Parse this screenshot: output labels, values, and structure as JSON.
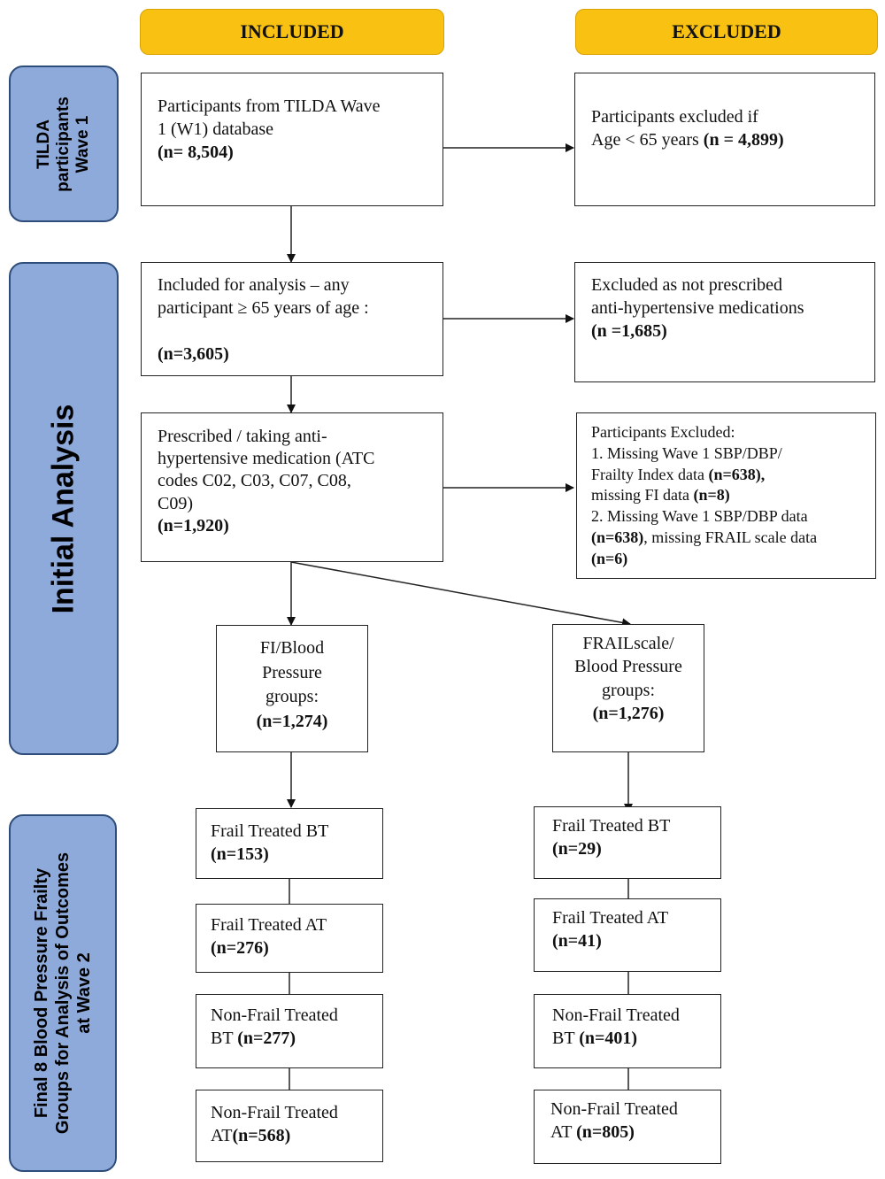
{
  "headers": {
    "included": "INCLUDED",
    "excluded": "EXCLUDED"
  },
  "side_labels": {
    "tilda": [
      "TILDA",
      "participants",
      "Wave 1"
    ],
    "initial": "Initial Analysis",
    "final": [
      "Final 8 Blood Pressure Frailty",
      "Groups for Analysis of Outcomes",
      "at Wave 2"
    ]
  },
  "boxes": {
    "participants": {
      "l1": "Participants from TILDA Wave",
      "l2": "1 (W1) database",
      "n": "(n= 8,504)"
    },
    "excluded_age": {
      "l1": "Participants excluded if",
      "l2": "Age < 65 years ",
      "n": "(n = 4,899)"
    },
    "included": {
      "l1": "Included for analysis – any",
      "l2": "participant ≥ 65 years of age :",
      "n": "(n=3,605)"
    },
    "excluded_meds": {
      "l1": "Excluded as not prescribed",
      "l2": "anti-hypertensive medications",
      "n": "(n =1,685)"
    },
    "prescribed": {
      "l1": "Prescribed / taking anti-",
      "l2": "hypertensive medication (ATC",
      "l3": "codes C02, C03, C07, C08,",
      "l4": "C09)",
      "n": "(n=1,920)"
    },
    "excluded_missing": {
      "l1": "Participants Excluded:",
      "l2": "1.  Missing Wave 1 SBP/DBP/",
      "l3a": "Frailty Index data ",
      "l3b": "(n=638),",
      "l4a": "missing FI data ",
      "l4b": "(n=8)",
      "l5": "2. Missing Wave 1 SBP/DBP data",
      "l6a": "(n=638)",
      "l6b": ", missing FRAIL scale data",
      "l7": "(n=6)"
    },
    "fi_groups": {
      "l1": "FI/Blood",
      "l2": "Pressure",
      "l3": "groups:",
      "n": "(n=1,274)"
    },
    "frail_groups": {
      "l1": "FRAILscale/",
      "l2": "Blood Pressure",
      "l3": "groups:",
      "n": "(n=1,276)"
    },
    "fi_results": [
      {
        "label": "Frail Treated BT",
        "n": "(n=153)"
      },
      {
        "label": "Frail Treated AT",
        "n": "(n=276)"
      },
      {
        "label": "Non-Frail Treated",
        "label2": "BT ",
        "n": "(n=277)"
      },
      {
        "label": "Non-Frail Treated",
        "label2": "AT",
        "n": "(n=568)"
      }
    ],
    "frail_results": [
      {
        "label": "Frail Treated BT",
        "n": "(n=29)"
      },
      {
        "label": "Frail Treated AT",
        "n": "(n=41)"
      },
      {
        "label": "Non-Frail Treated",
        "label2": "BT ",
        "n": "(n=401)"
      },
      {
        "label": "Non-Frail Treated",
        "label2": "AT ",
        "n": "(n=805)"
      }
    ]
  },
  "colors": {
    "header": "#f9c112",
    "side": "#8eaadb",
    "side_border": "#2f4d7a",
    "line": "#222222"
  }
}
